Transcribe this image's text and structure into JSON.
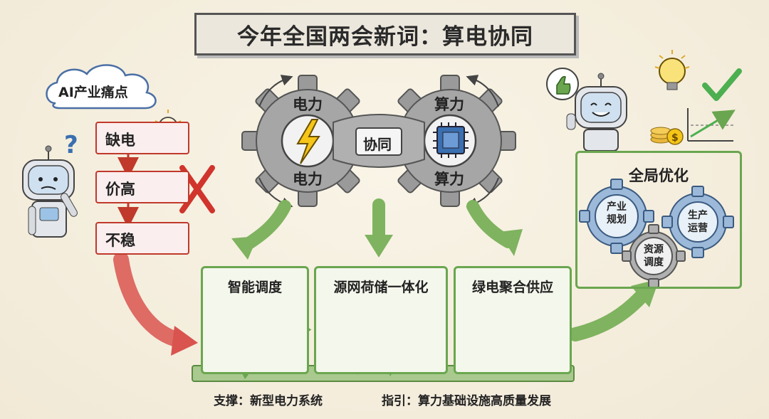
{
  "title": "今年全国两会新词：算电协同",
  "pain": {
    "cloud": "AI产业痛点",
    "items": [
      "缺电",
      "价高",
      "不稳"
    ]
  },
  "gears": {
    "left_top": "电力",
    "left_bottom": "电力",
    "right_top": "算力",
    "right_bottom": "算力",
    "bridge": "协同"
  },
  "cards": [
    "智能调度",
    "源网荷储一体化",
    "绿电聚合供应"
  ],
  "global": {
    "title": "全局优化",
    "gears": [
      "产业规划",
      "资源调度",
      "生产运营"
    ]
  },
  "footer": {
    "left": "支撑：新型电力系统",
    "right": "指引：算力基础设施高质量发展"
  },
  "colors": {
    "red": "#c0392b",
    "green": "#6aa64f",
    "gear_gray": "#9a9a9a",
    "bolt_yellow": "#f5c518",
    "chip_blue": "#3a6fb0"
  },
  "icons": [
    "question-icon",
    "lightbulb-icon",
    "coins-icon",
    "cross-icon",
    "wave-chart-icon",
    "lightning-icon",
    "chip-icon",
    "clock-icon",
    "brain-icon",
    "wind-turbine-icon",
    "pylon-icon",
    "factory-icon",
    "battery-icon",
    "sun-icon",
    "solar-panel-icon",
    "leaf-battery-icon",
    "thumbs-up-icon",
    "check-icon",
    "growth-chart-icon"
  ]
}
